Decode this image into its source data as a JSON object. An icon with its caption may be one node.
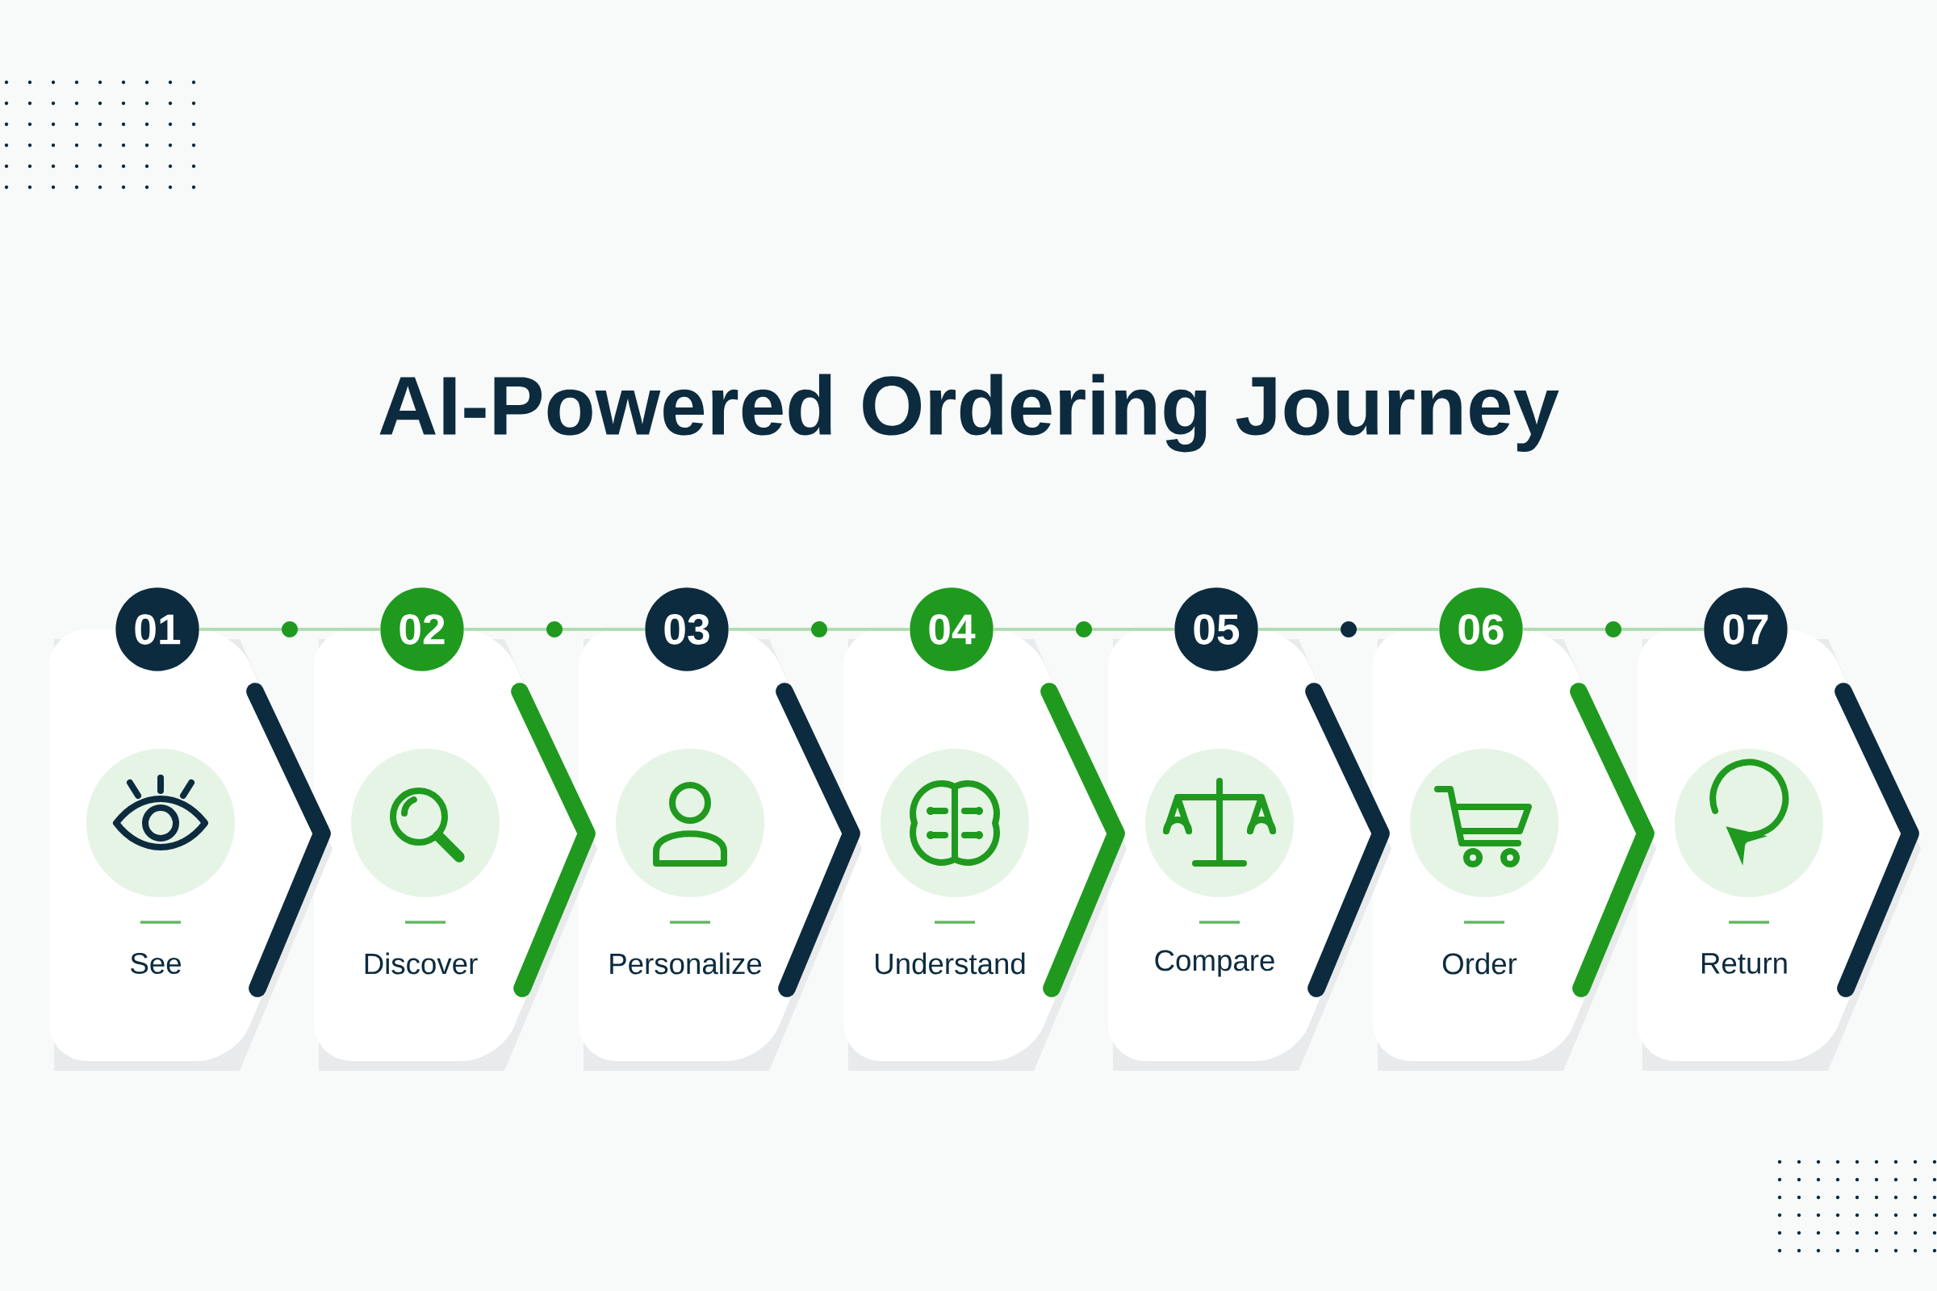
{
  "diagram": {
    "title": "AI-Powered Ordering Journey",
    "nodes": [
      {
        "text": [
          "01",
          "See"
        ]
      },
      {
        "text": [
          "02",
          "Discover"
        ]
      },
      {
        "text": [
          "03",
          "Personalize"
        ]
      },
      {
        "text": [
          "04",
          "Understand"
        ]
      },
      {
        "text": [
          "05",
          "Compare"
        ]
      },
      {
        "text": [
          "06",
          "Order"
        ]
      },
      {
        "text": [
          "07",
          "Return"
        ]
      }
    ],
    "edges": [
      {
        "from": 0,
        "to": 1,
        "arrow": "none"
      },
      {
        "from": 1,
        "to": 2,
        "arrow": "none"
      },
      {
        "from": 2,
        "to": 3,
        "arrow": "none"
      },
      {
        "from": 3,
        "to": 4,
        "arrow": "none"
      },
      {
        "from": 4,
        "to": 5,
        "arrow": "none"
      },
      {
        "from": 5,
        "to": 6,
        "arrow": "none"
      }
    ]
  }
}
